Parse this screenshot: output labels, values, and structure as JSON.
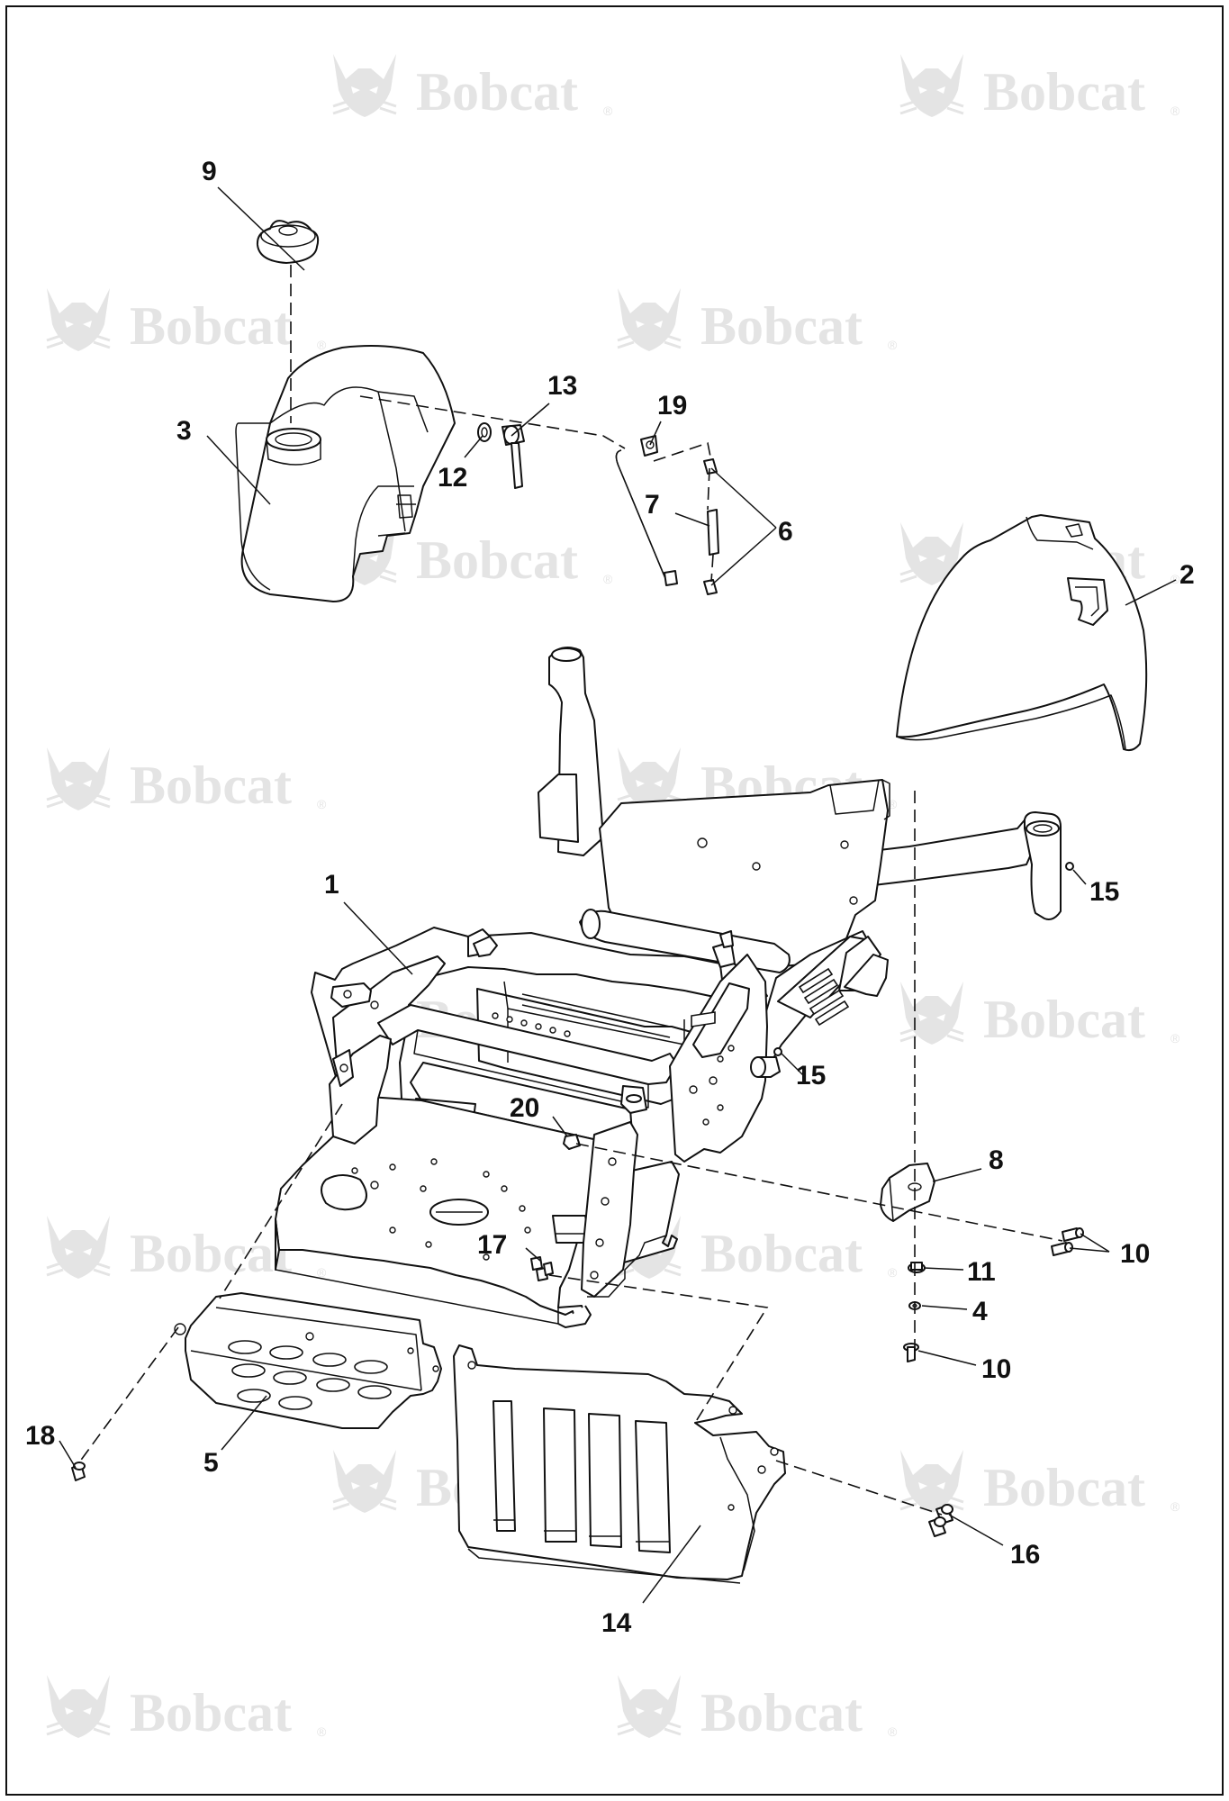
{
  "watermark": {
    "word": "Bobcat",
    "registered": "®",
    "color": "#e4e4e4"
  },
  "callouts": [
    {
      "id": "c9",
      "label": "9"
    },
    {
      "id": "c3",
      "label": "3"
    },
    {
      "id": "c13",
      "label": "13"
    },
    {
      "id": "c12",
      "label": "12"
    },
    {
      "id": "c19",
      "label": "19"
    },
    {
      "id": "c7",
      "label": "7"
    },
    {
      "id": "c6",
      "label": "6"
    },
    {
      "id": "c2",
      "label": "2"
    },
    {
      "id": "c1",
      "label": "1"
    },
    {
      "id": "c15a",
      "label": "15"
    },
    {
      "id": "c15b",
      "label": "15"
    },
    {
      "id": "c20",
      "label": "20"
    },
    {
      "id": "c8",
      "label": "8"
    },
    {
      "id": "c10a",
      "label": "10"
    },
    {
      "id": "c17",
      "label": "17"
    },
    {
      "id": "c11",
      "label": "11"
    },
    {
      "id": "c4",
      "label": "4"
    },
    {
      "id": "c10b",
      "label": "10"
    },
    {
      "id": "c18",
      "label": "18"
    },
    {
      "id": "c5",
      "label": "5"
    },
    {
      "id": "c16",
      "label": "16"
    },
    {
      "id": "c14",
      "label": "14"
    }
  ]
}
